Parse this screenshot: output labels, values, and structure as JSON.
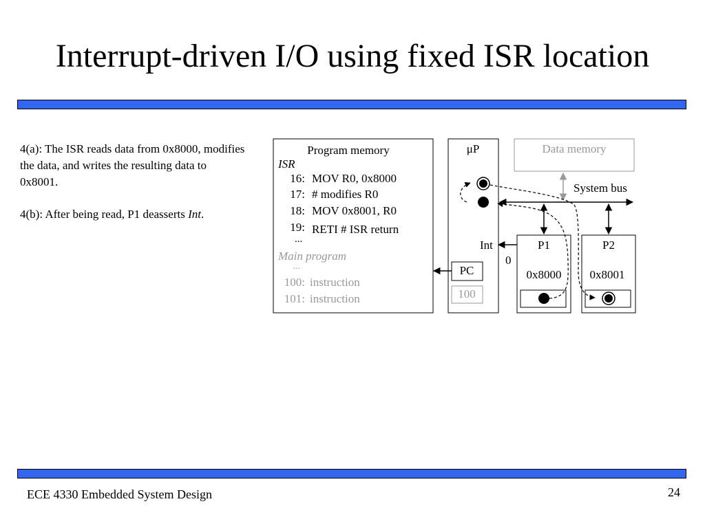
{
  "title": "Interrupt-driven I/O using fixed ISR location",
  "description": {
    "step_a": "4(a): The ISR reads data from 0x8000, modifies the data, and writes the resulting data to 0x8001.",
    "step_b_prefix": "4(b): After being read, P1 deasserts ",
    "step_b_signal": "Int",
    "step_b_suffix": "."
  },
  "program_memory": {
    "label": "Program memory",
    "isr_label": "ISR",
    "isr_lines": [
      {
        "addr": "16:",
        "code": "MOV R0, 0x8000"
      },
      {
        "addr": "17:",
        "code": "# modifies R0"
      },
      {
        "addr": "18:",
        "code": "MOV 0x8001, R0"
      },
      {
        "addr": "19:",
        "code": "RETI  # ISR return"
      }
    ],
    "isr_ellipsis": "...",
    "main_label": "Main program",
    "main_ellipsis": "...",
    "main_lines": [
      {
        "addr": "100:",
        "code": "instruction"
      },
      {
        "addr": "101:",
        "code": "instruction"
      }
    ]
  },
  "microprocessor": {
    "label": "μP",
    "pc_label": "PC",
    "pc_value": "100",
    "int_label": "Int",
    "int_value": "0"
  },
  "data_memory": {
    "label": "Data memory"
  },
  "system_bus": {
    "label": "System bus"
  },
  "peripherals": [
    {
      "name": "P1",
      "address": "0x8000"
    },
    {
      "name": "P2",
      "address": "0x8001"
    }
  ],
  "footer": {
    "course": "ECE 4330 Embedded System Design",
    "page": "24"
  },
  "colors": {
    "band": "#3366ee",
    "inactive": "#999999",
    "line": "#000000"
  }
}
